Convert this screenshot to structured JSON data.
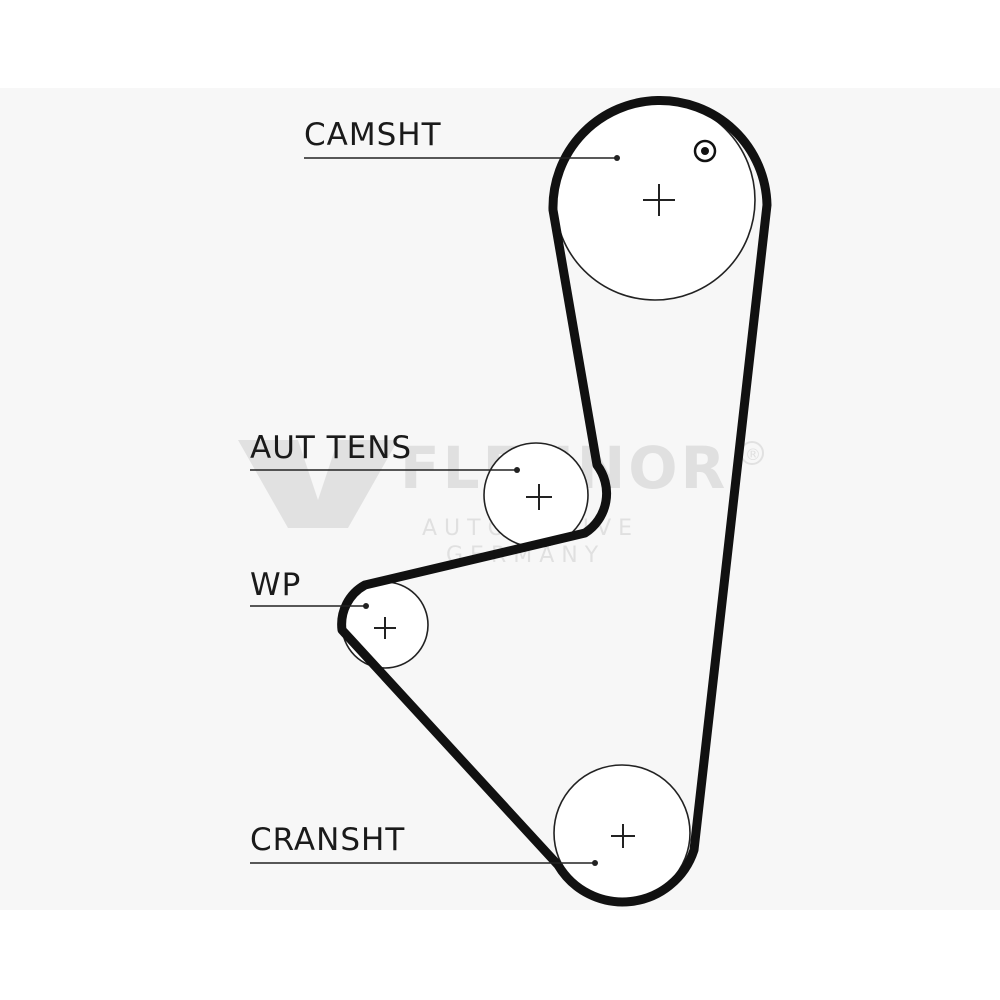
{
  "diagram": {
    "labels": {
      "camshaft": "CAMSHT",
      "tensioner": "AUT TENS",
      "water_pump": "WP",
      "crankshaft": "CRANSHT"
    },
    "watermark": {
      "brand": "FLENNOR",
      "line1": "AUTOMOTIVE",
      "line2": "GERMANY",
      "registered_mark": "®"
    }
  }
}
